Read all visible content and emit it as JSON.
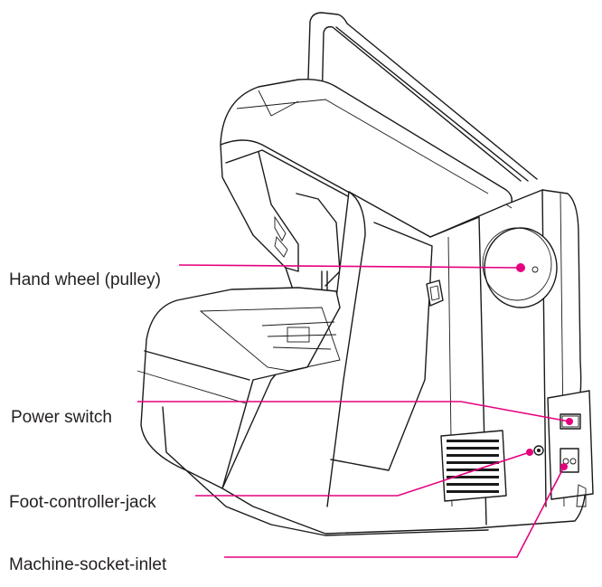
{
  "callouts": {
    "hand_wheel": "Hand wheel (pulley)",
    "power_switch": "Power switch",
    "foot_controller_jack": "Foot-controller-jack",
    "machine_socket_inlet": "Machine-socket-inlet"
  },
  "colors": {
    "leader_line": "#e6007e",
    "outline": "#1a1a1a",
    "text": "#231f20"
  }
}
